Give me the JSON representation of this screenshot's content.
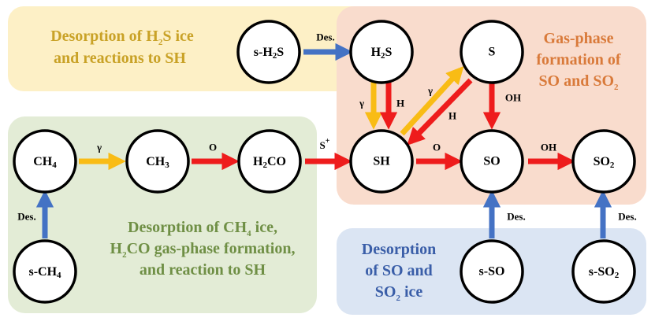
{
  "colors": {
    "panel_h2s": "#fdf0c6",
    "panel_sox": "#f9dccd",
    "panel_ch4": "#e3ecd6",
    "panel_ice": "#dbe5f3",
    "title_h2s": "#c9a227",
    "title_sox": "#d97a3a",
    "title_ch4": "#6f8f45",
    "title_ice": "#3a5ea8",
    "arrow_red": "#ee1c1c",
    "arrow_yellow": "#f9bc15",
    "arrow_blue": "#4472c4",
    "node_fill": "#ffffff",
    "node_stroke": "#000000"
  },
  "panels": {
    "h2s": {
      "line1": "Desorption of H",
      "line1_sub": "2",
      "line1_tail": "S ice",
      "line2": "and reactions to SH"
    },
    "sox": {
      "line1": "Gas-phase",
      "line2": "formation of",
      "line3": "SO and SO",
      "line3_sub": "2"
    },
    "ch4": {
      "line1": "Desorption of CH",
      "line1_sub": "4",
      "line1_tail": " ice,",
      "line2a": "H",
      "line2_sub": "2",
      "line2b": "CO gas-phase formation,",
      "line3": "and reaction to SH"
    },
    "ice": {
      "line1": "Desorption",
      "line2": "of SO and",
      "line3": "SO",
      "line3_sub": "2",
      "line3_tail": " ice"
    }
  },
  "nodes": {
    "sH2S": {
      "pre": "s-H",
      "sub": "2",
      "post": "S"
    },
    "H2S": {
      "pre": "H",
      "sub": "2",
      "post": "S"
    },
    "S": {
      "pre": "S",
      "sub": "",
      "post": ""
    },
    "CH4": {
      "pre": "CH",
      "sub": "4",
      "post": ""
    },
    "CH3": {
      "pre": "CH",
      "sub": "3",
      "post": ""
    },
    "H2CO": {
      "pre": "H",
      "sub": "2",
      "post": "CO"
    },
    "SH": {
      "pre": "SH",
      "sub": "",
      "post": ""
    },
    "SO": {
      "pre": "SO",
      "sub": "",
      "post": ""
    },
    "SO2": {
      "pre": "SO",
      "sub": "2",
      "post": ""
    },
    "sCH4": {
      "pre": "s-CH",
      "sub": "4",
      "post": ""
    },
    "sSO": {
      "pre": "s-SO",
      "sub": "",
      "post": ""
    },
    "sSO2": {
      "pre": "s-SO",
      "sub": "2",
      "post": ""
    }
  },
  "edges": {
    "des": "Des.",
    "gamma": "γ",
    "h": "H",
    "o": "O",
    "oh": "OH",
    "s_plus": "S",
    "s_plus_sup": "+"
  }
}
